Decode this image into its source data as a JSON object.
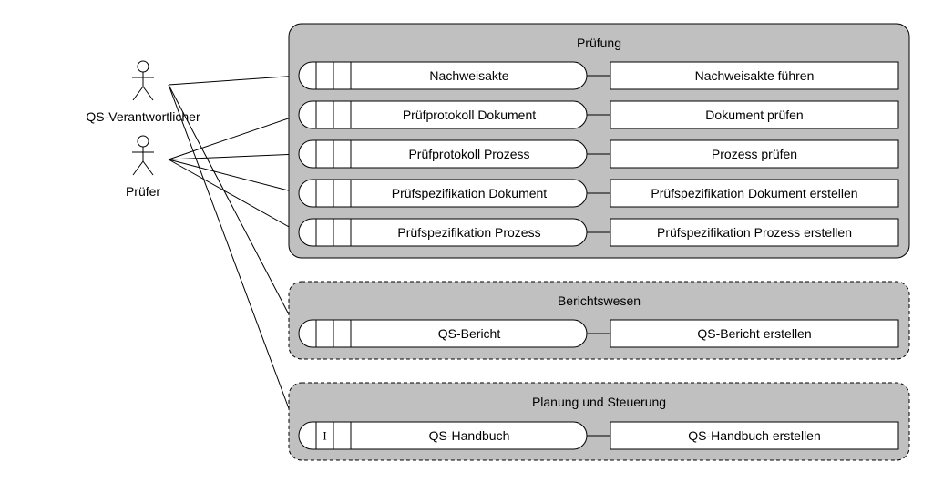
{
  "actors": [
    {
      "id": "qs",
      "name": "QS-Verantwortlicher"
    },
    {
      "id": "pruefer",
      "name": "Prüfer"
    }
  ],
  "groups": [
    {
      "title": "Prüfung",
      "style": "solid",
      "rows": [
        {
          "item": "Nachweisakte",
          "action": "Nachweisakte führen",
          "marker": ""
        },
        {
          "item": "Prüfprotokoll Dokument",
          "action": "Dokument prüfen",
          "marker": ""
        },
        {
          "item": "Prüfprotokoll Prozess",
          "action": "Prozess prüfen",
          "marker": ""
        },
        {
          "item": "Prüfspezifikation Dokument",
          "action": "Prüfspezifikation Dokument erstellen",
          "marker": ""
        },
        {
          "item": "Prüfspezifikation Prozess",
          "action": "Prüfspezifikation Prozess erstellen",
          "marker": ""
        }
      ]
    },
    {
      "title": "Berichtswesen",
      "style": "dashed",
      "rows": [
        {
          "item": "QS-Bericht",
          "action": "QS-Bericht erstellen",
          "marker": ""
        }
      ]
    },
    {
      "title": "Planung und Steuerung",
      "style": "dashed",
      "rows": [
        {
          "item": "QS-Handbuch",
          "action": "QS-Handbuch erstellen",
          "marker": "I"
        }
      ]
    }
  ],
  "connections": [
    {
      "actor": "qs",
      "target": "Nachweisakte"
    },
    {
      "actor": "qs",
      "target": "QS-Bericht"
    },
    {
      "actor": "qs",
      "target": "QS-Handbuch"
    },
    {
      "actor": "pruefer",
      "target": "Prüfprotokoll Dokument"
    },
    {
      "actor": "pruefer",
      "target": "Prüfprotokoll Prozess"
    },
    {
      "actor": "pruefer",
      "target": "Prüfspezifikation Dokument"
    },
    {
      "actor": "pruefer",
      "target": "Prüfspezifikation Prozess"
    }
  ],
  "colors": {
    "group_fill": "#c0c0c0",
    "box_fill": "#ffffff",
    "stroke": "#000000"
  }
}
